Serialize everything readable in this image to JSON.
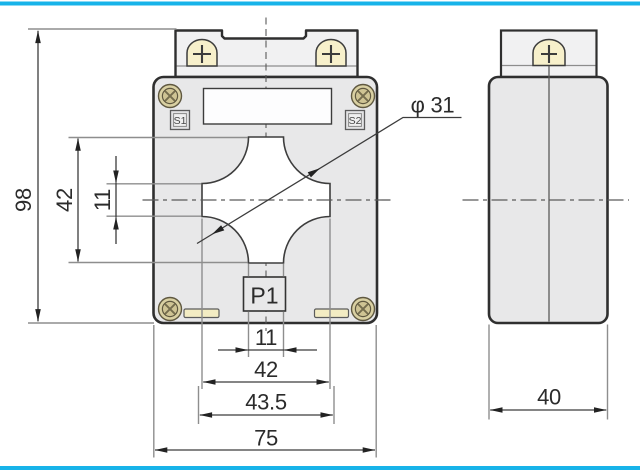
{
  "colors": {
    "accent-blue": "#17b3e9",
    "body-fill": "#e8e8e9",
    "panel-fill": "#f1f1f2",
    "white-fill": "#ffffff",
    "label-fill": "#fdfdfe",
    "slot-fill": "#f3ecc3",
    "dome-fill": "#f7f0cb",
    "brass-fill": "#d9d0a2",
    "brass-inner": "#cfc494",
    "line-dark": "#2f2f2f",
    "line-mid": "#3c3c3c",
    "ext-line": "#8e8e8e",
    "center-line": "#5a5a5a",
    "arrow": "#222222",
    "text": "#2b2b2b",
    "page-bg": "#ffffff"
  },
  "front_view": {
    "labels": {
      "s1": "S1",
      "s2": "S2",
      "p1": "P1"
    },
    "dimensions": {
      "overall_height": "98",
      "window_height": "42",
      "window_slot_height": "11",
      "hole_diameter": "φ 31",
      "window_slot_width": "11",
      "window_width": "42",
      "mounting_pitch": "43.5",
      "overall_width": "75"
    }
  },
  "side_view": {
    "dimensions": {
      "overall_depth": "40"
    }
  }
}
